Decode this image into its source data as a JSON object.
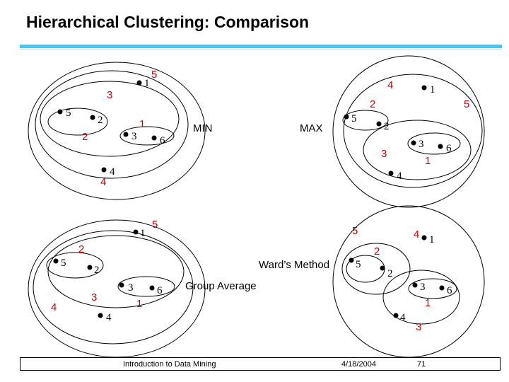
{
  "slide": {
    "title": "Hierarchical Clustering: Comparison",
    "accent_color": "#33ccff",
    "merge_color": "#cc0000"
  },
  "labels": {
    "min": "MIN",
    "max": "MAX",
    "ward": "Ward’s Method",
    "group_average": "Group Average"
  },
  "panels": {
    "min": {
      "points": [
        "1",
        "2",
        "3",
        "4",
        "5",
        "6"
      ],
      "merge_order": [
        "5",
        "3",
        "2",
        "1",
        "4"
      ]
    },
    "max": {
      "points": [
        "1",
        "2",
        "3",
        "4",
        "5",
        "6"
      ],
      "merge_order": [
        "4",
        "2",
        "5",
        "3",
        "1"
      ]
    },
    "group_average": {
      "points": [
        "1",
        "2",
        "3",
        "4",
        "5",
        "6"
      ],
      "merge_order": [
        "5",
        "2",
        "4",
        "3",
        "1"
      ]
    },
    "ward": {
      "points": [
        "1",
        "2",
        "3",
        "4",
        "5",
        "6"
      ],
      "merge_order": [
        "5",
        "4",
        "2",
        "1",
        "3"
      ]
    }
  },
  "footer": {
    "text": "Introduction to Data Mining",
    "date": "4/18/2004",
    "page": "71"
  }
}
